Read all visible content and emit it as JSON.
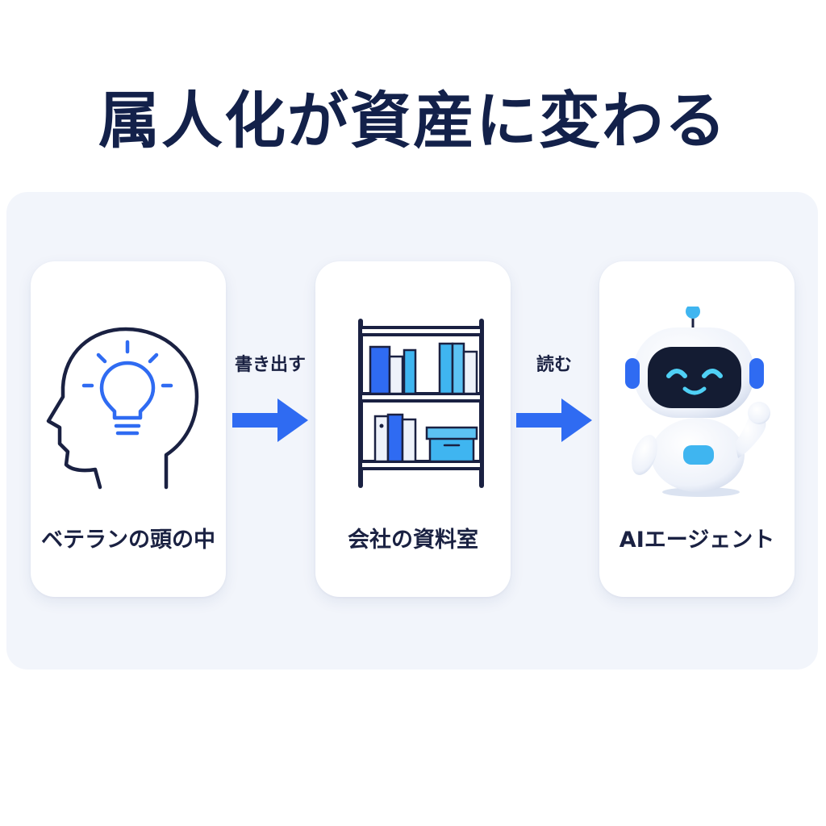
{
  "title": "属人化が資産に変わる",
  "steps": [
    {
      "label": "ベテランの頭の中",
      "icon": "head-lightbulb-icon"
    },
    {
      "label": "会社の資料室",
      "icon": "bookshelf-icon"
    },
    {
      "label": "AIエージェント",
      "icon": "robot-icon"
    }
  ],
  "connectors": [
    {
      "label": "書き出す"
    },
    {
      "label": "読む"
    }
  ],
  "colors": {
    "title": "#13214a",
    "navy": "#1a2142",
    "accent_blue": "#2f6bf2",
    "light_blue": "#3fb5f0",
    "panel": "#f2f5fb"
  }
}
